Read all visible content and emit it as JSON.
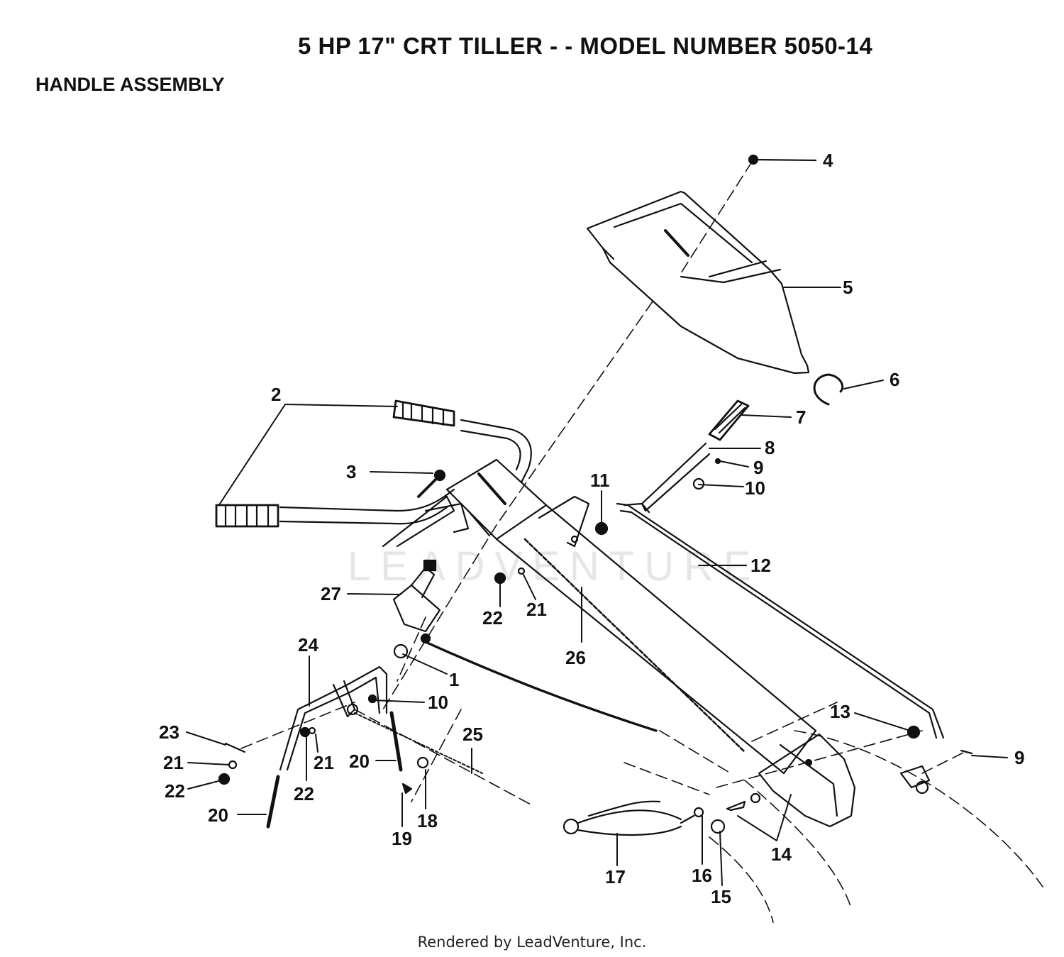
{
  "header": {
    "title": "5 HP  17\" CRT TILLER - - MODEL NUMBER 5050-14",
    "section": "HANDLE ASSEMBLY"
  },
  "watermark": "LEADVENTURE",
  "footer": "Rendered by LeadVenture, Inc.",
  "callouts": [
    {
      "id": "c4",
      "label": "4"
    },
    {
      "id": "c5",
      "label": "5"
    },
    {
      "id": "c6",
      "label": "6"
    },
    {
      "id": "c2",
      "label": "2"
    },
    {
      "id": "c7",
      "label": "7"
    },
    {
      "id": "c8",
      "label": "8"
    },
    {
      "id": "c9a",
      "label": "9"
    },
    {
      "id": "c3",
      "label": "3"
    },
    {
      "id": "c11",
      "label": "11"
    },
    {
      "id": "c10a",
      "label": "10"
    },
    {
      "id": "c12",
      "label": "12"
    },
    {
      "id": "c27",
      "label": "27"
    },
    {
      "id": "c22a",
      "label": "22"
    },
    {
      "id": "c21a",
      "label": "21"
    },
    {
      "id": "c26",
      "label": "26"
    },
    {
      "id": "c24",
      "label": "24"
    },
    {
      "id": "c1",
      "label": "1"
    },
    {
      "id": "c10b",
      "label": "10"
    },
    {
      "id": "c25",
      "label": "25"
    },
    {
      "id": "c23",
      "label": "23"
    },
    {
      "id": "c13",
      "label": "13"
    },
    {
      "id": "c9b",
      "label": "9"
    },
    {
      "id": "c21b",
      "label": "21"
    },
    {
      "id": "c21c",
      "label": "21"
    },
    {
      "id": "c20a",
      "label": "20"
    },
    {
      "id": "c22b",
      "label": "22"
    },
    {
      "id": "c22c",
      "label": "22"
    },
    {
      "id": "c18",
      "label": "18"
    },
    {
      "id": "c20b",
      "label": "20"
    },
    {
      "id": "c19",
      "label": "19"
    },
    {
      "id": "c14",
      "label": "14"
    },
    {
      "id": "c17",
      "label": "17"
    },
    {
      "id": "c16",
      "label": "16"
    },
    {
      "id": "c15",
      "label": "15"
    }
  ]
}
